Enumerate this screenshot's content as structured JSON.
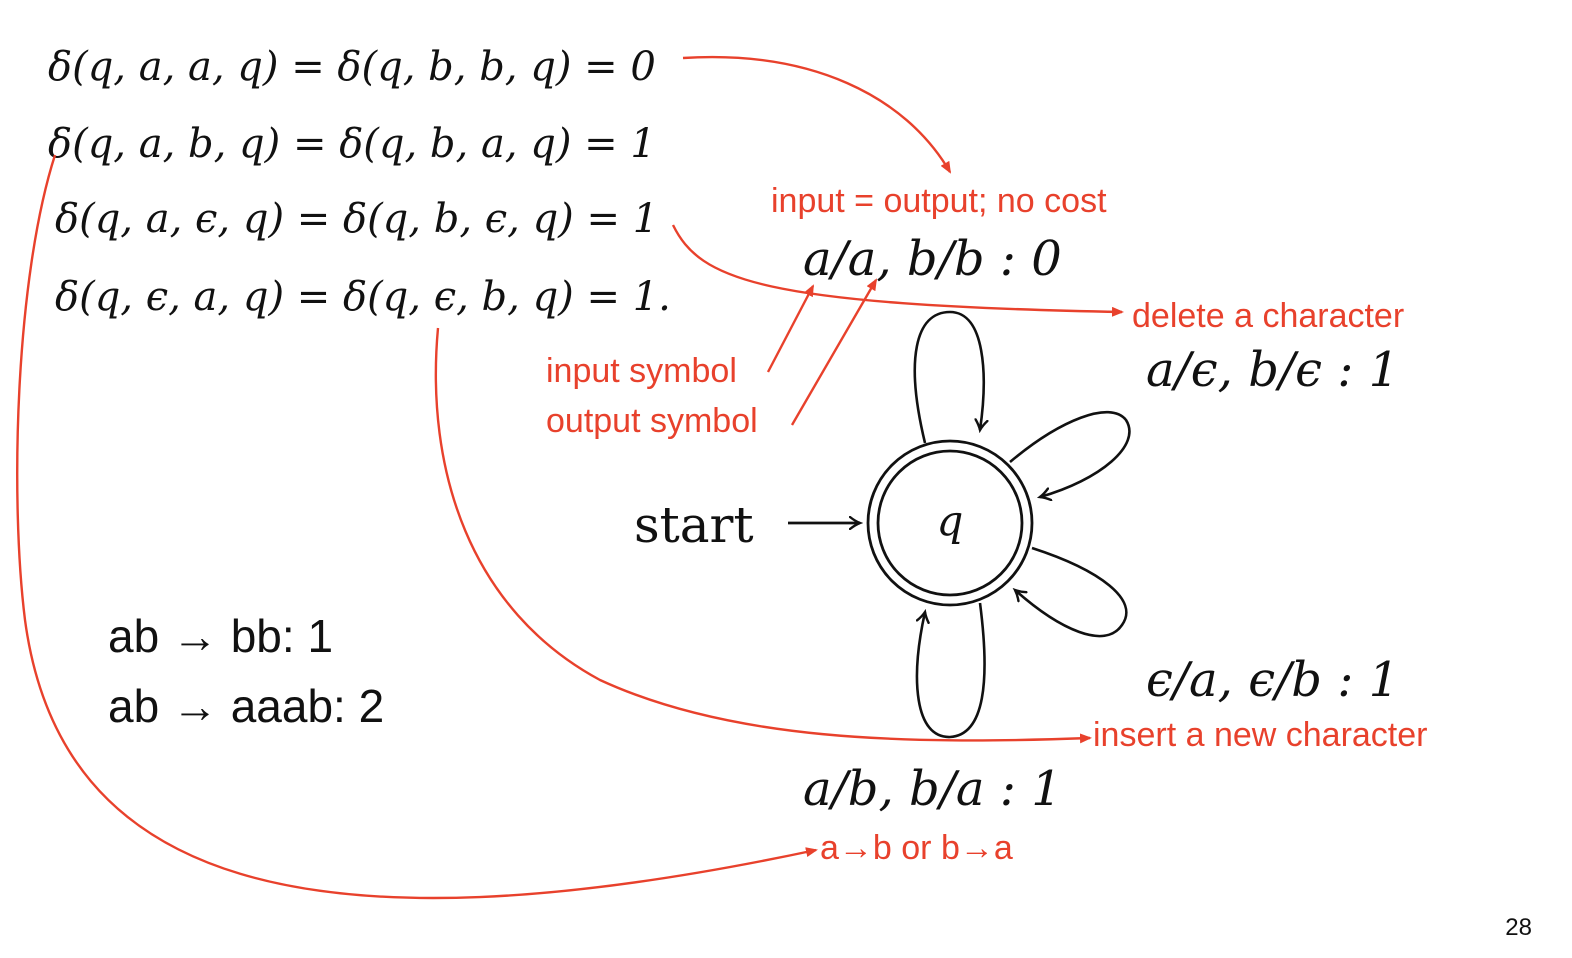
{
  "colors": {
    "annotation": "#E8412C",
    "ink": "#111111"
  },
  "equations": [
    "δ(q, a, a, q) = δ(q, b, b, q) = 0",
    "δ(q, a, b, q) = δ(q, b, a, q) = 1",
    "δ(q, a, ϵ, q) = δ(q, b, ϵ, q) = 1",
    "δ(q, ϵ, a, q) = δ(q, ϵ, b, q) = 1."
  ],
  "automaton": {
    "start_label": "start",
    "state_label": "q",
    "loop_labels": {
      "copy": "a/a, b/b : 0",
      "delete": "a/ϵ, b/ϵ : 1",
      "insert": "ϵ/a, ϵ/b : 1",
      "substitute": "a/b, b/a : 1"
    }
  },
  "annotations": {
    "no_cost": "input = output; no cost",
    "delete": "delete a character",
    "input_symbol": "input symbol",
    "output_symbol": "output symbol",
    "insert": "insert a new character",
    "substitute": "a→b or b→a"
  },
  "examples": [
    "ab → bb: 1",
    "ab → aaab: 2"
  ],
  "page_number": "28"
}
